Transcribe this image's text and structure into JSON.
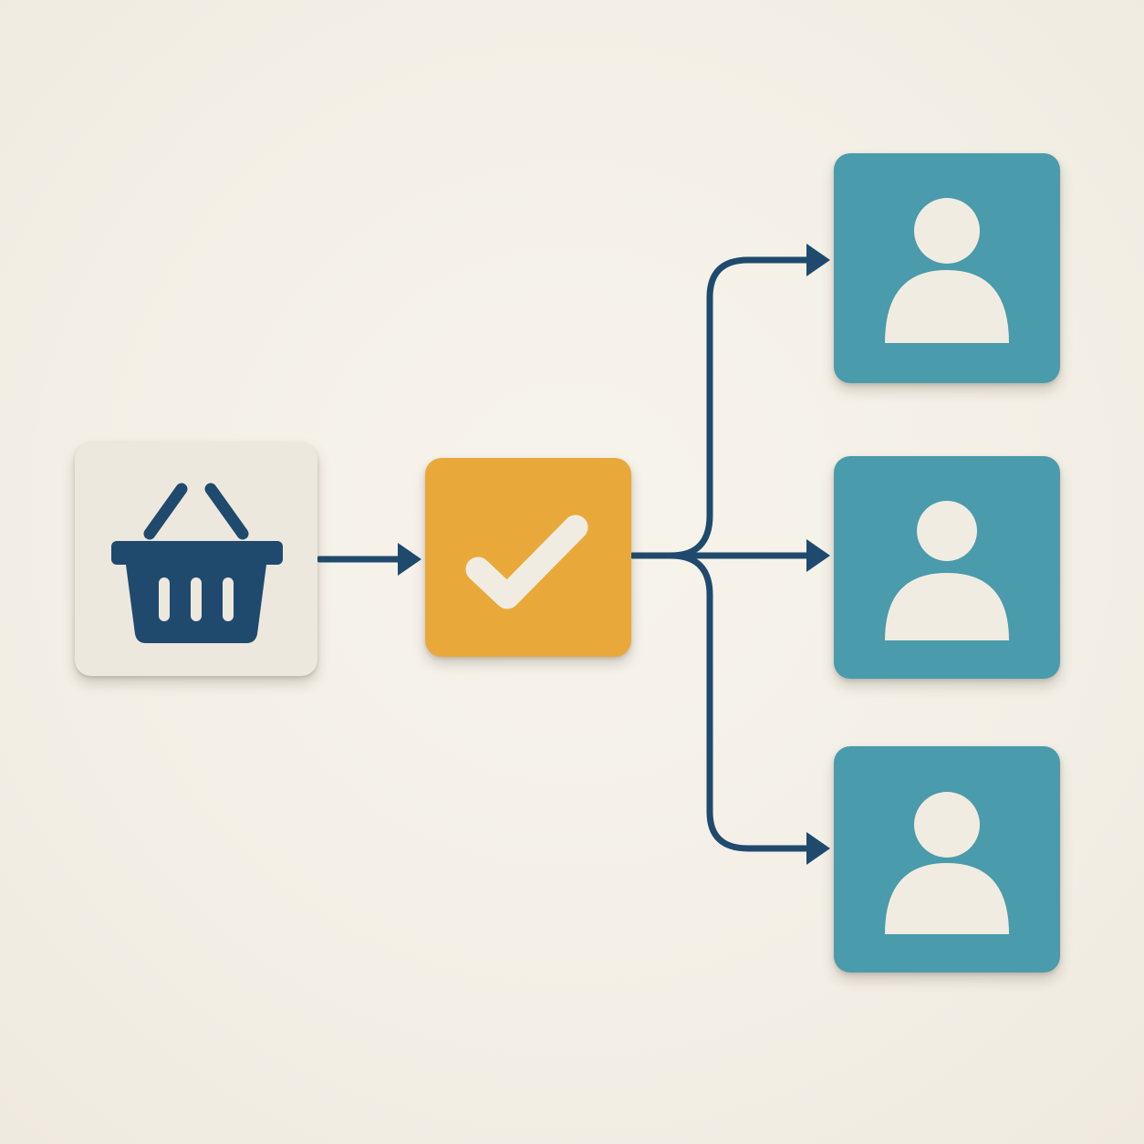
{
  "colors": {
    "background": "#f4f0e7",
    "cart_tile": "#ede8dd",
    "check_tile": "#e9a93a",
    "user_tile": "#4a9bab",
    "ink": "#1f4a6e",
    "cream": "#f1ece1"
  },
  "nodes": [
    {
      "id": "cart",
      "icon": "shopping-basket-icon"
    },
    {
      "id": "approval",
      "icon": "checkmark-icon"
    },
    {
      "id": "user-1",
      "icon": "user-icon"
    },
    {
      "id": "user-2",
      "icon": "user-icon"
    },
    {
      "id": "user-3",
      "icon": "user-icon"
    }
  ],
  "edges": [
    {
      "from": "cart",
      "to": "approval"
    },
    {
      "from": "approval",
      "to": "user-1"
    },
    {
      "from": "approval",
      "to": "user-2"
    },
    {
      "from": "approval",
      "to": "user-3"
    }
  ]
}
